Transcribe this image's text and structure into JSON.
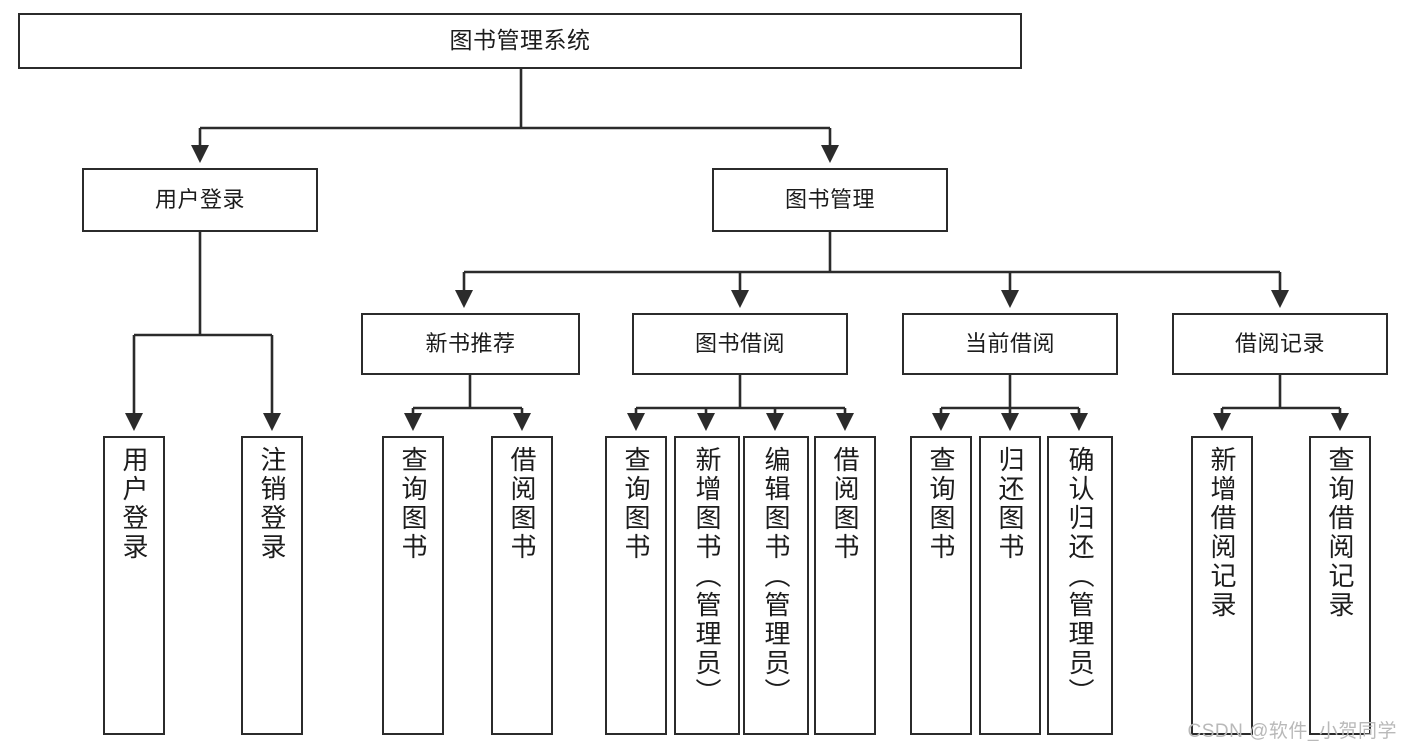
{
  "diagram": {
    "title": "图书管理系统",
    "type": "tree-hierarchy",
    "root": {
      "id": "root",
      "label": "图书管理系统"
    },
    "level2": [
      {
        "id": "user-login",
        "label": "用户登录"
      },
      {
        "id": "book-management",
        "label": "图书管理"
      }
    ],
    "level3": [
      {
        "id": "new-book-recommend",
        "label": "新书推荐"
      },
      {
        "id": "book-borrow",
        "label": "图书借阅"
      },
      {
        "id": "current-borrow",
        "label": "当前借阅"
      },
      {
        "id": "borrow-record",
        "label": "借阅记录"
      }
    ],
    "leaves": [
      {
        "id": "leaf-user-login",
        "label": "用户登录",
        "parent": "user-login"
      },
      {
        "id": "leaf-logout",
        "label": "注销登录",
        "parent": "user-login"
      },
      {
        "id": "leaf-query-book-1",
        "label": "查询图书",
        "parent": "new-book-recommend"
      },
      {
        "id": "leaf-borrow-book-1",
        "label": "借阅图书",
        "parent": "new-book-recommend"
      },
      {
        "id": "leaf-query-book-2",
        "label": "查询图书",
        "parent": "book-borrow"
      },
      {
        "id": "leaf-add-book",
        "label": "新增图书（管理员）",
        "parent": "book-borrow"
      },
      {
        "id": "leaf-edit-book",
        "label": "编辑图书（管理员）",
        "parent": "book-borrow"
      },
      {
        "id": "leaf-borrow-book-2",
        "label": "借阅图书",
        "parent": "book-borrow"
      },
      {
        "id": "leaf-query-book-3",
        "label": "查询图书",
        "parent": "current-borrow"
      },
      {
        "id": "leaf-return-book",
        "label": "归还图书",
        "parent": "current-borrow"
      },
      {
        "id": "leaf-confirm-return",
        "label": "确认归还（管理员）",
        "parent": "current-borrow"
      },
      {
        "id": "leaf-add-record",
        "label": "新增借阅记录",
        "parent": "borrow-record"
      },
      {
        "id": "leaf-query-record",
        "label": "查询借阅记录",
        "parent": "borrow-record"
      }
    ],
    "colors": {
      "stroke": "#2b2b2b",
      "fill": "#ffffff",
      "text": "#1c1c1c",
      "watermark": "#b9b9b9"
    }
  },
  "watermark": {
    "text": "CSDN @软件_小贺同学"
  }
}
